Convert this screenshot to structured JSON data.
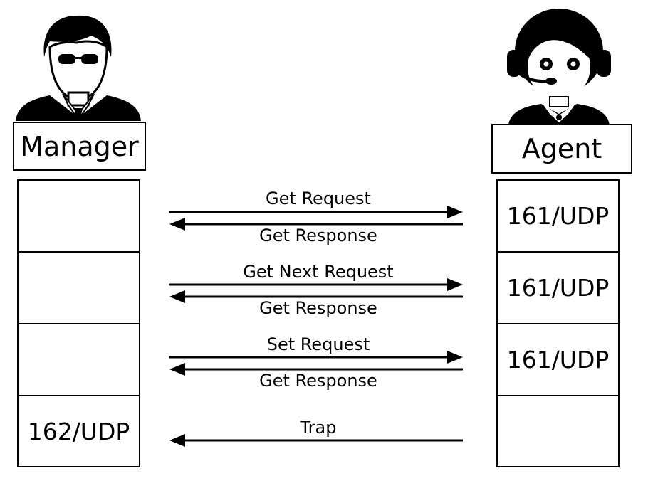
{
  "manager": {
    "label": "Manager",
    "icon": "manager-person-icon",
    "ports": [
      "",
      "",
      "",
      "162/UDP"
    ]
  },
  "agent": {
    "label": "Agent",
    "icon": "agent-headset-person-icon",
    "ports": [
      "161/UDP",
      "161/UDP",
      "161/UDP",
      ""
    ]
  },
  "exchanges": [
    {
      "request": "Get Request",
      "response": "Get Response"
    },
    {
      "request": "Get Next Request",
      "response": "Get Response"
    },
    {
      "request": "Set Request",
      "response": "Get Response"
    },
    {
      "request": "",
      "response": "Trap"
    }
  ]
}
